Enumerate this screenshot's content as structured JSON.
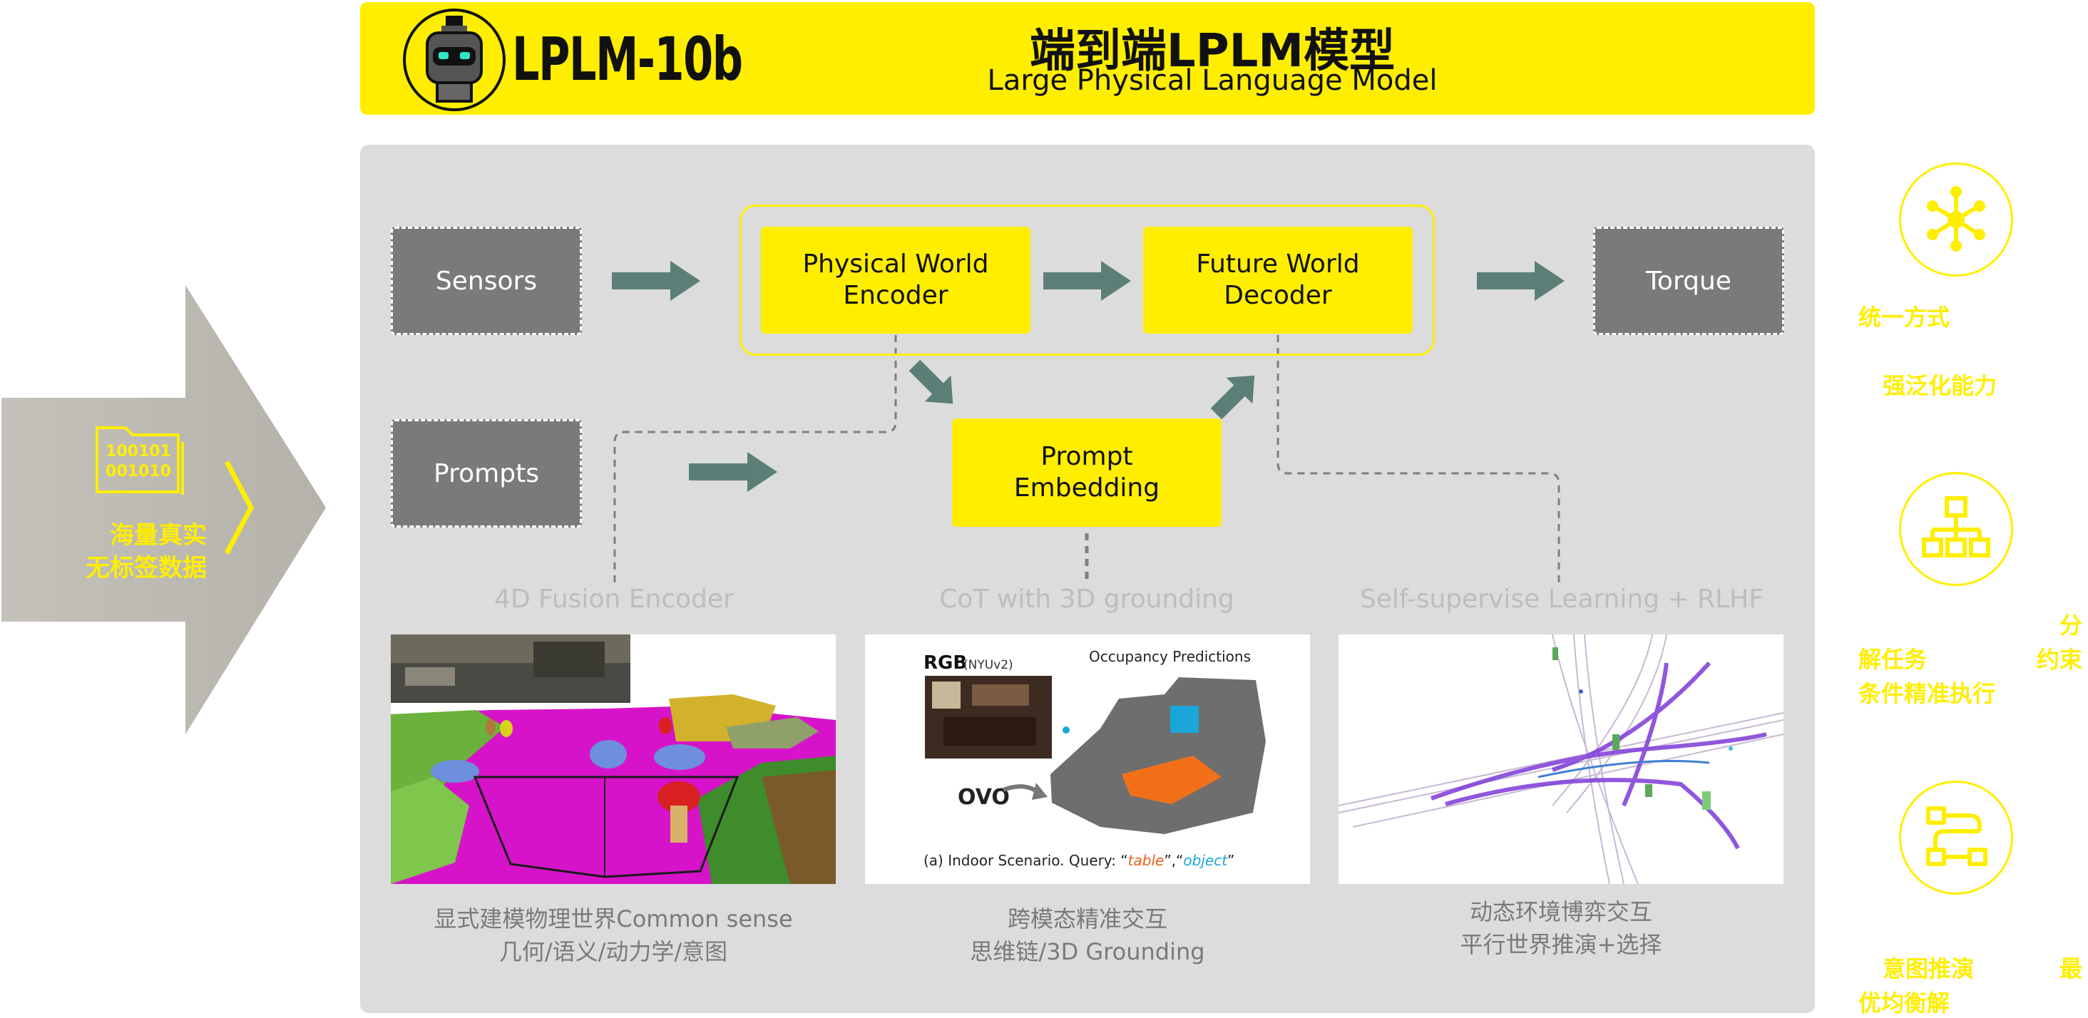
{
  "header": {
    "logo_text": "LPLM-10b",
    "title_cn": "端到端LPLM模型",
    "title_en": "Large Physical Language Model"
  },
  "left_arrow": {
    "label_line1": "海量真实",
    "label_line2": "无标签数据",
    "icon_binary_line1": "100101",
    "icon_binary_line2": "001010"
  },
  "diagram": {
    "sensors": "Sensors",
    "prompts": "Prompts",
    "torque": "Torque",
    "encoder_line1": "Physical World",
    "encoder_line2": "Encoder",
    "decoder_line1": "Future World",
    "decoder_line2": "Decoder",
    "embedding_line1": "Prompt",
    "embedding_line2": "Embedding"
  },
  "stages": [
    {
      "label": "4D Fusion Encoder",
      "caption_line1": "显式建模物理世界Common sense",
      "caption_line2": "几何/语义/动力学/意图"
    },
    {
      "label": "CoT with 3D grounding",
      "caption_line1": "跨模态精准交互",
      "caption_line2": "思维链/3D Grounding"
    },
    {
      "label": "Self-supervise Learning + RLHF",
      "caption_line1": "动态环境博弈交互",
      "caption_line2": "平行世界推演+选择"
    }
  ],
  "occupancy_figure": {
    "rgb_label": "RGB",
    "rgb_sub": "(NYUv2)",
    "title": "Occupancy Predictions",
    "ovo": "OVO",
    "caption_prefix": "(a) Indoor Scenario. Query: ",
    "query_1": "table",
    "query_2": "object",
    "query_1_color": "#e8601a",
    "query_2_color": "#1aa6d8"
  },
  "features": [
    {
      "icon": "network-hub-icon",
      "text_a": "统一方式",
      "text_b": "强泛化能力"
    },
    {
      "icon": "hierarchy-tree-icon",
      "text_a": "分",
      "text_b": "解任务",
      "text_c": "约束",
      "text_d": "条件精准执行"
    },
    {
      "icon": "workflow-path-icon",
      "text_a": "意图推演",
      "text_b": "最",
      "text_c": "优均衡解"
    }
  ],
  "colors": {
    "accent_yellow": "#ffee00",
    "box_gray": "#7a7a7a",
    "panel_gray": "#dcdcdc",
    "arrow_teal": "#5b7f76"
  }
}
